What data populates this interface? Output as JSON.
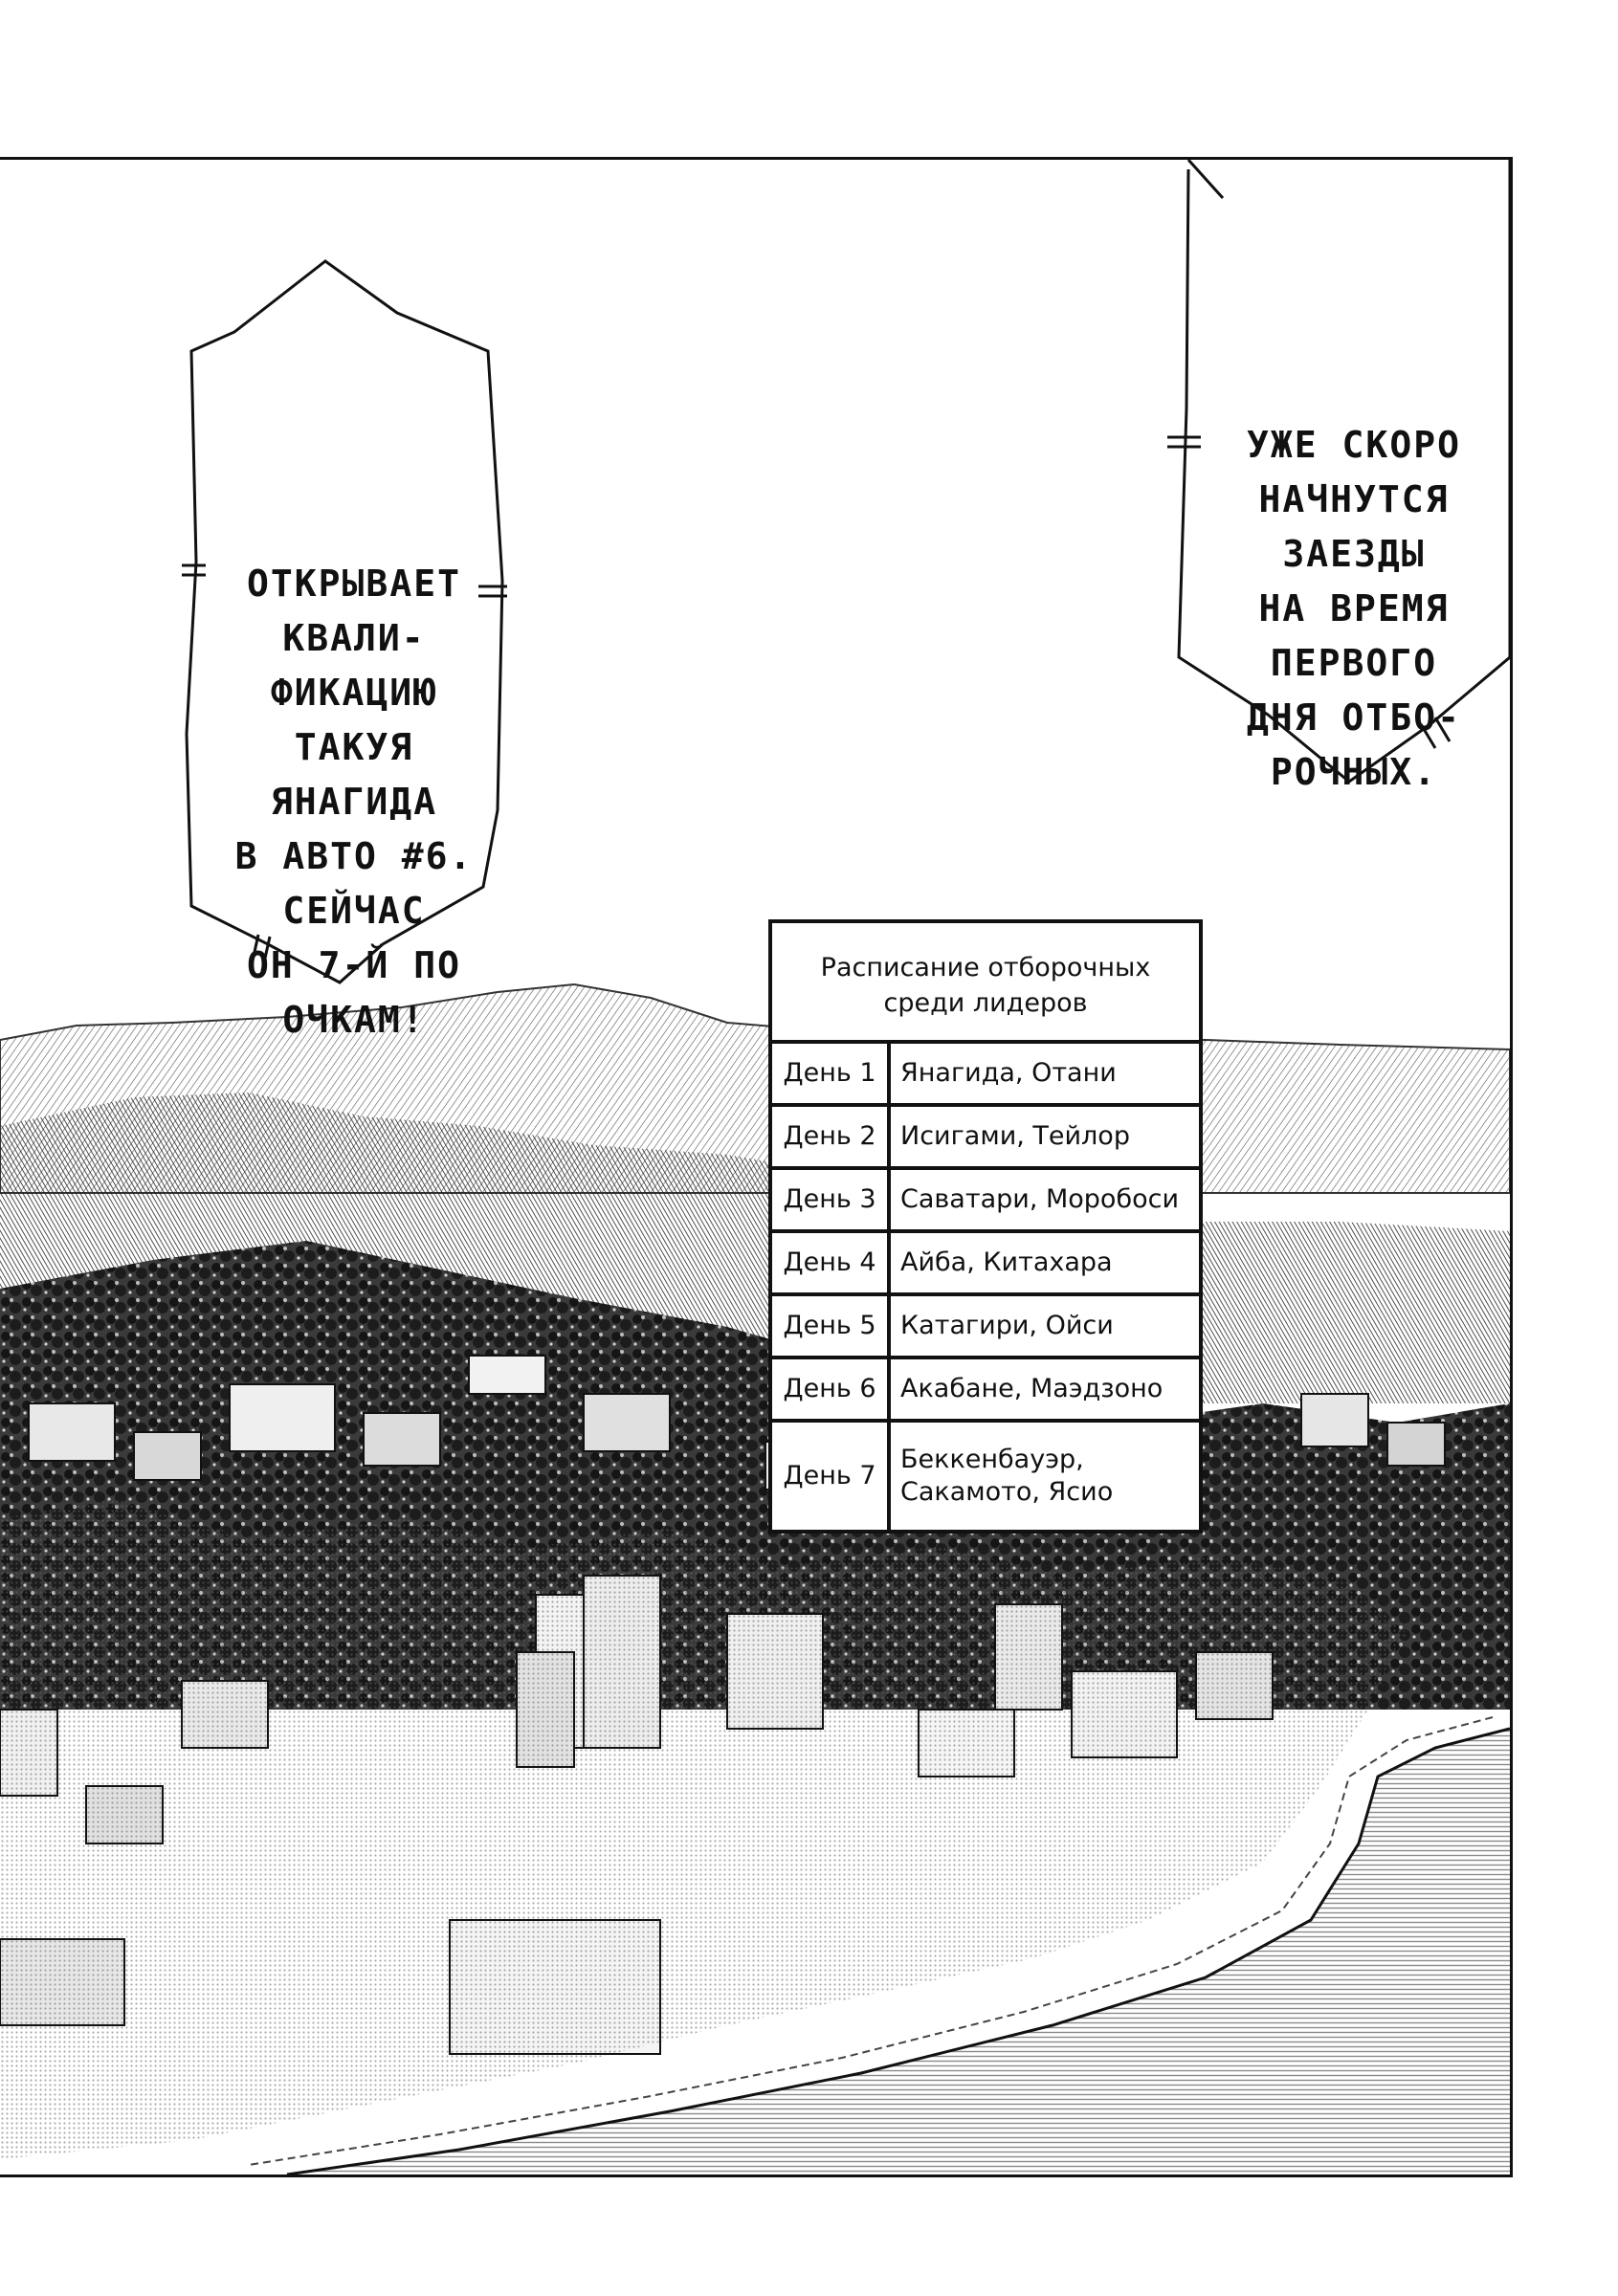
{
  "balloons": {
    "left": "ОТКРЫВАЕТ\nКВАЛИ-\nФИКАЦИЮ\nТАКУЯ\nЯНАГИДА\nВ АВТО #6.\nСЕЙЧАС\nОН 7-Й ПО\nОЧКАМ!",
    "right": "УЖЕ СКОРО\nНАЧНУТСЯ\nЗАЕЗДЫ\nНА ВРЕМЯ\nПЕРВОГО\nДНЯ ОТБО-\nРОЧНЫХ."
  },
  "schedule": {
    "title": "Расписание отборочных\nсреди лидеров",
    "rows": [
      {
        "day": "День 1",
        "names": "Янагида, Отани"
      },
      {
        "day": "День 2",
        "names": "Исигами, Тейлор"
      },
      {
        "day": "День 3",
        "names": "Саватари, Моробоси"
      },
      {
        "day": "День 4",
        "names": "Айба, Китахара"
      },
      {
        "day": "День 5",
        "names": "Катагири, Ойси"
      },
      {
        "day": "День 6",
        "names": "Акабане, Маэдзоно"
      },
      {
        "day": "День 7",
        "names": "Беккенбауэр,\nСакамото, Ясио"
      }
    ]
  },
  "scene": {
    "description_icon": "coastal-town-aerial-view",
    "ink_color": "#111111",
    "sea_color": "#9a9a9a",
    "hill_color": "#6f6f6f"
  }
}
